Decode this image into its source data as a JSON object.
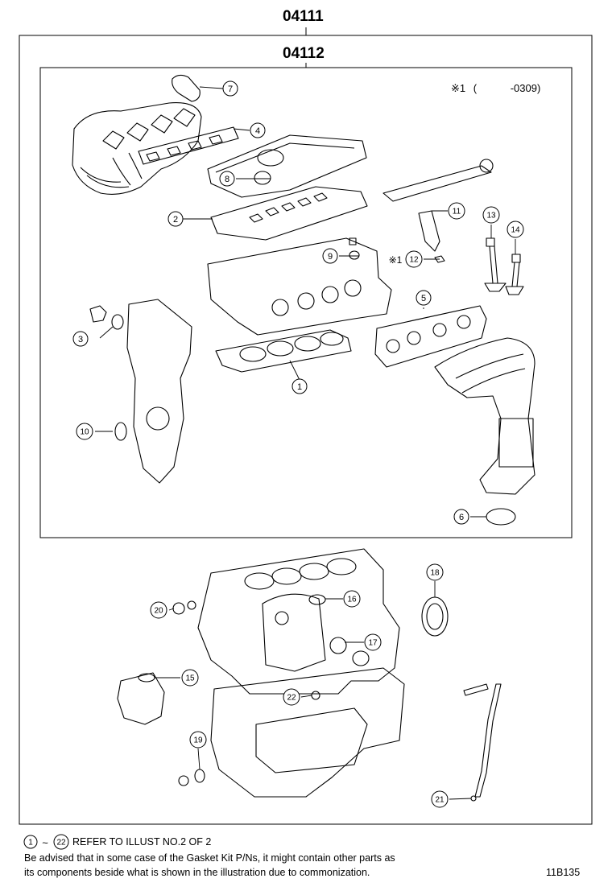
{
  "header": {
    "kit_main": "04111",
    "kit_sub": "04112"
  },
  "note": {
    "mark": "※1",
    "paren_open": "(",
    "range": "-0309)"
  },
  "callouts": {
    "c1": "1",
    "c2": "2",
    "c3": "3",
    "c4": "4",
    "c5": "5",
    "c6": "6",
    "c7": "7",
    "c8": "8",
    "c9": "9",
    "c10": "10",
    "c11": "11",
    "c12": "12",
    "c13": "13",
    "c14": "14",
    "c15": "15",
    "c16": "16",
    "c17": "17",
    "c18": "18",
    "c19": "19",
    "c20": "20",
    "c21": "21",
    "c22": "22",
    "c12_prefix": "※1"
  },
  "footer": {
    "range_start": "1",
    "tilde": "~",
    "range_end": "22",
    "refer_text": "REFER TO ILLUST NO.2 OF 2",
    "line2": "Be advised that in some case of the Gasket Kit P/Ns, it might contain other parts as",
    "line3": "its components beside what is shown in the illustration due to commonization.",
    "illust_id": "11B135"
  }
}
